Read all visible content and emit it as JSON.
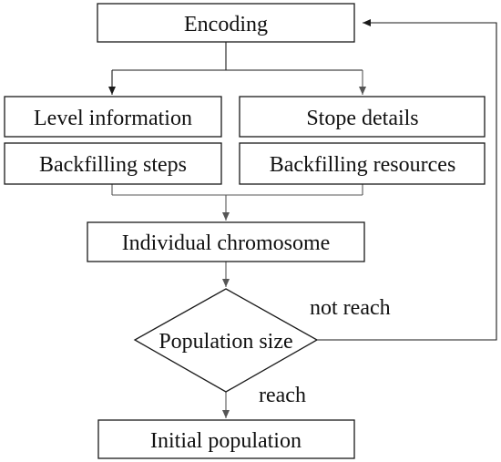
{
  "diagram": {
    "nodes": {
      "encoding": "Encoding",
      "level_information": "Level information",
      "stope_details": "Stope details",
      "backfilling_steps": "Backfilling steps",
      "backfilling_resources": "Backfilling resources",
      "individual_chromosome": "Individual chromosome",
      "population_size": "Population size",
      "initial_population": "Initial population"
    },
    "edge_labels": {
      "not_reach": "not reach",
      "reach": "reach"
    }
  }
}
